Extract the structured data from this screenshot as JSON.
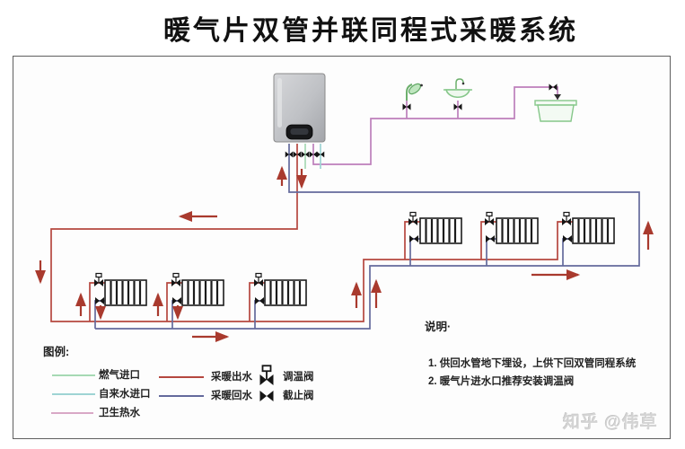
{
  "title": "暖气片双管并联同程式采暖系统",
  "legend": {
    "heading": "图例:",
    "pipe_items": [
      {
        "label": "燃气进口",
        "color": "#a6d9b4"
      },
      {
        "label": "自来水进口",
        "color": "#9ed4d4"
      },
      {
        "label": "卫生热水",
        "color": "#d9a8c6"
      },
      {
        "label": "采暖出水",
        "color": "#b5473f"
      },
      {
        "label": "采暖回水",
        "color": "#646a9c"
      }
    ],
    "valve_items": [
      {
        "label": "调温阀",
        "icon": "thermostatic-valve-icon"
      },
      {
        "label": "截止阀",
        "icon": "stop-valve-icon"
      }
    ]
  },
  "notes": {
    "heading": "说明·",
    "items": [
      "1. 供回水管地下埋设，上供下回双管同程系统",
      "2. 暖气片进水口推荐安装调温阀"
    ]
  },
  "watermark": "知乎 @伟草",
  "colors": {
    "supply": "#b5473f",
    "return_water": "#646a9c",
    "dhw": "#bd7fbb",
    "gas": "#a6d9b4",
    "cold": "#9ed4d4",
    "arrow": "#a93a2e",
    "fixture": "#86c78a",
    "legend_dhw": "#d9a8c6",
    "valve": "#151515",
    "border": "#5f5f5f"
  }
}
